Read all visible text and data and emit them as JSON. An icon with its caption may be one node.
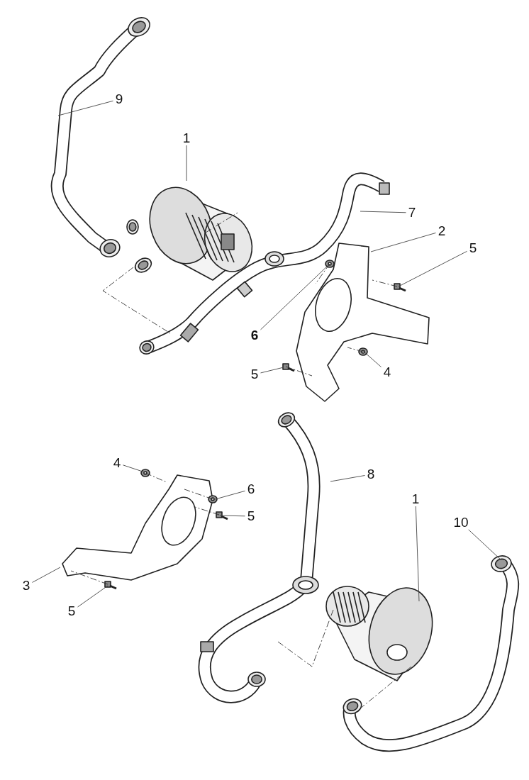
{
  "diagram": {
    "nodes": [
      {
        "text": [
          "9"
        ]
      },
      {
        "text": [
          "1"
        ]
      },
      {
        "text": [
          "7"
        ]
      },
      {
        "text": [
          "2"
        ]
      },
      {
        "text": [
          "5"
        ]
      },
      {
        "text": [
          "6"
        ]
      },
      {
        "text": [
          "5"
        ]
      },
      {
        "text": [
          "4"
        ]
      },
      {
        "text": [
          "4"
        ]
      },
      {
        "text": [
          "6"
        ]
      },
      {
        "text": [
          "5"
        ]
      },
      {
        "text": [
          "8"
        ]
      },
      {
        "text": [
          "1"
        ]
      },
      {
        "text": [
          "10"
        ]
      },
      {
        "text": [
          "3"
        ]
      },
      {
        "text": [
          "5"
        ]
      }
    ],
    "edges": [
      {
        "from": 0,
        "to": null,
        "arrow": "none"
      },
      {
        "from": 1,
        "to": null,
        "arrow": "none"
      },
      {
        "from": 2,
        "to": null,
        "arrow": "none"
      },
      {
        "from": 3,
        "to": null,
        "arrow": "none"
      },
      {
        "from": 4,
        "to": null,
        "arrow": "none"
      },
      {
        "from": 5,
        "to": null,
        "arrow": "none"
      },
      {
        "from": 6,
        "to": null,
        "arrow": "none"
      },
      {
        "from": 7,
        "to": null,
        "arrow": "none"
      },
      {
        "from": 8,
        "to": null,
        "arrow": "none"
      },
      {
        "from": 9,
        "to": null,
        "arrow": "none"
      },
      {
        "from": 10,
        "to": null,
        "arrow": "none"
      },
      {
        "from": 11,
        "to": null,
        "arrow": "none"
      },
      {
        "from": 12,
        "to": null,
        "arrow": "none"
      },
      {
        "from": 13,
        "to": null,
        "arrow": "none"
      },
      {
        "from": 14,
        "to": null,
        "arrow": "none"
      },
      {
        "from": 15,
        "to": null,
        "arrow": "none"
      }
    ]
  }
}
